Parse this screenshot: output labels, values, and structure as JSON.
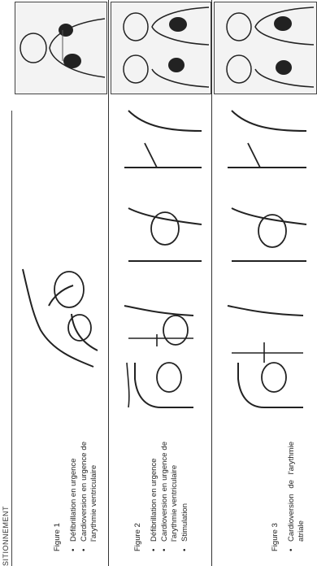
{
  "header": {
    "text": "SITIONNEMENT"
  },
  "figures": [
    {
      "title": "Figure 1",
      "items": [
        "Défibrillation en urgence",
        "Cardioversion en urgence de l'arythmie ventriculaire"
      ]
    },
    {
      "title": "Figure 2",
      "items": [
        "Défibrillation en urgence",
        "Cardioversion en urgence de l'arythmie ventriculaire",
        "Stimulation"
      ]
    },
    {
      "title": "Figure 3",
      "items": [
        "Cardioversion de l'arythmie atriale"
      ]
    }
  ]
}
